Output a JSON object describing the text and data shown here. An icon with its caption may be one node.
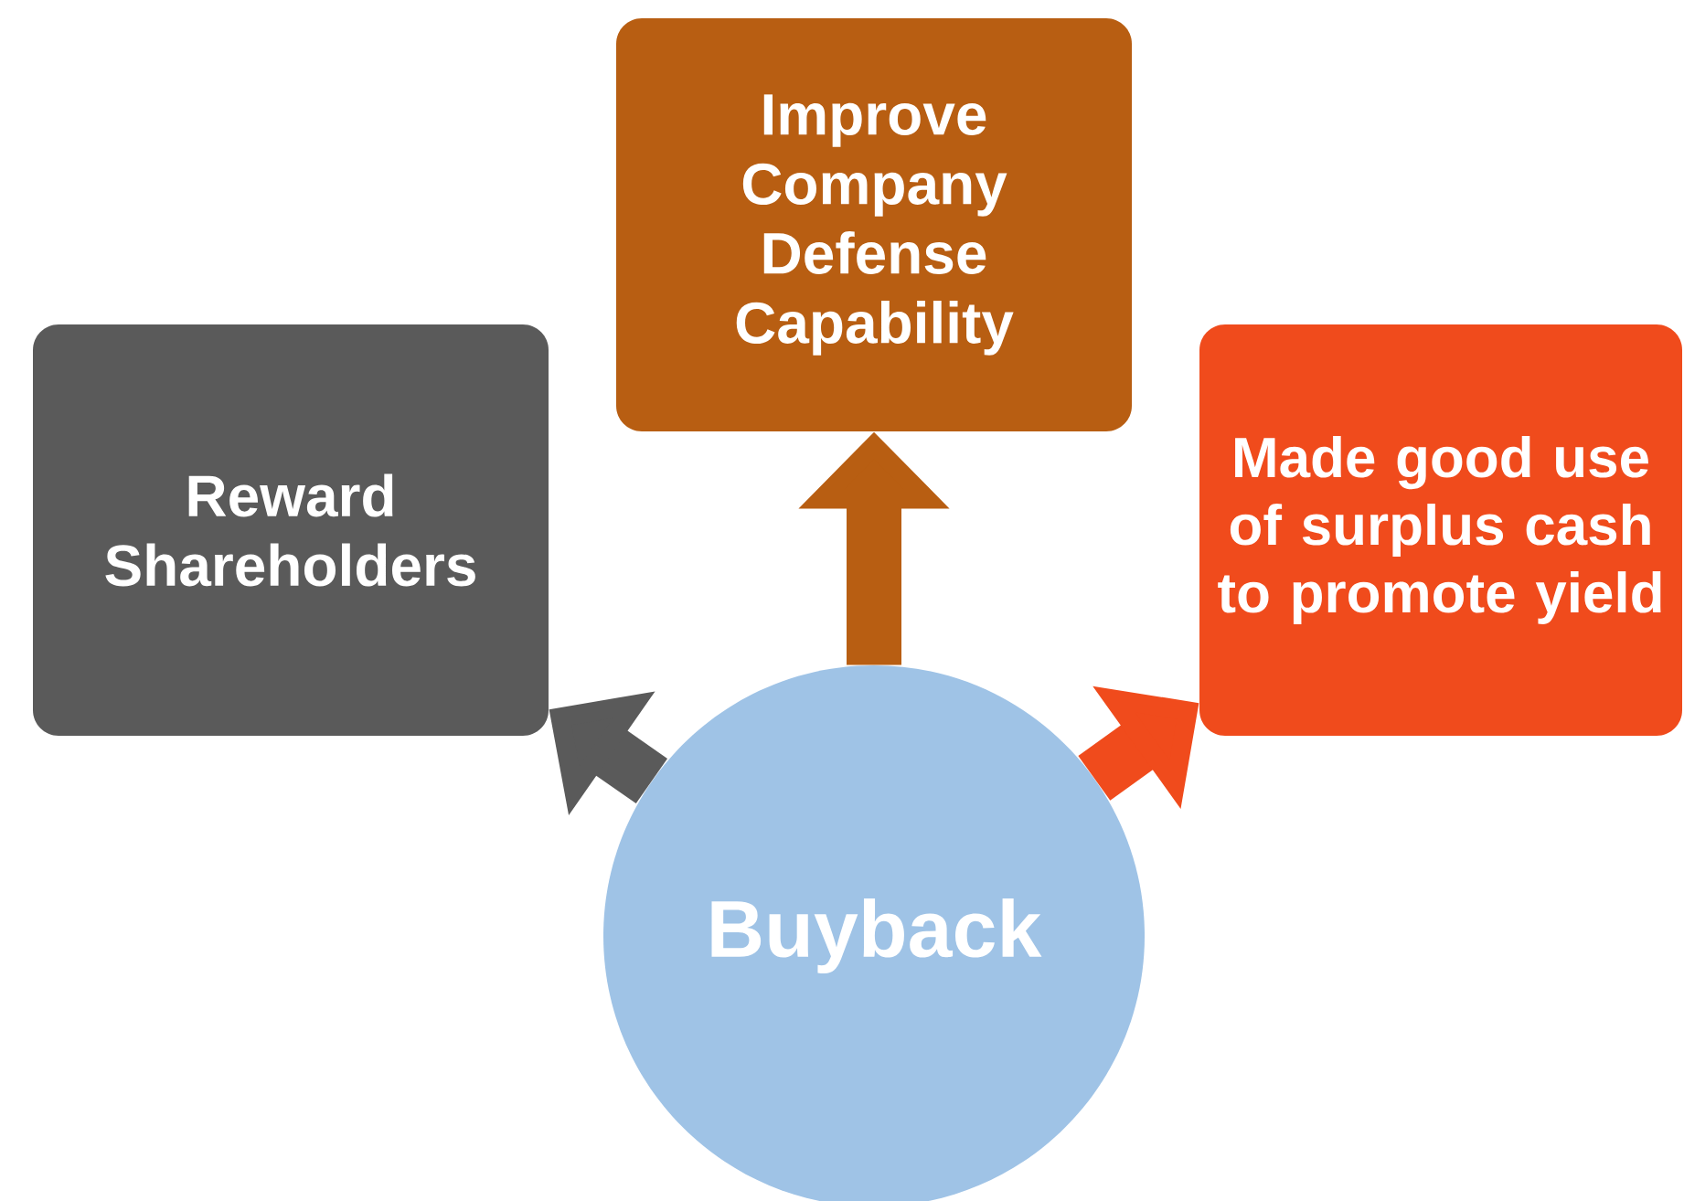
{
  "diagram": {
    "nodes": [
      {
        "text": [
          "Buyback"
        ]
      },
      {
        "text": [
          "Reward Shareholders"
        ]
      },
      {
        "text": [
          "Improve Company Defense Capability"
        ]
      },
      {
        "text": [
          "Made good use of surplus cash to promote yield"
        ]
      }
    ],
    "edges": [
      {
        "from": 0,
        "to": 1,
        "arrow": "to",
        "color": "#5a5a5a"
      },
      {
        "from": 0,
        "to": 2,
        "arrow": "to",
        "color": "#b85e12"
      },
      {
        "from": 0,
        "to": 3,
        "arrow": "to",
        "color": "#f04b1c"
      }
    ]
  }
}
